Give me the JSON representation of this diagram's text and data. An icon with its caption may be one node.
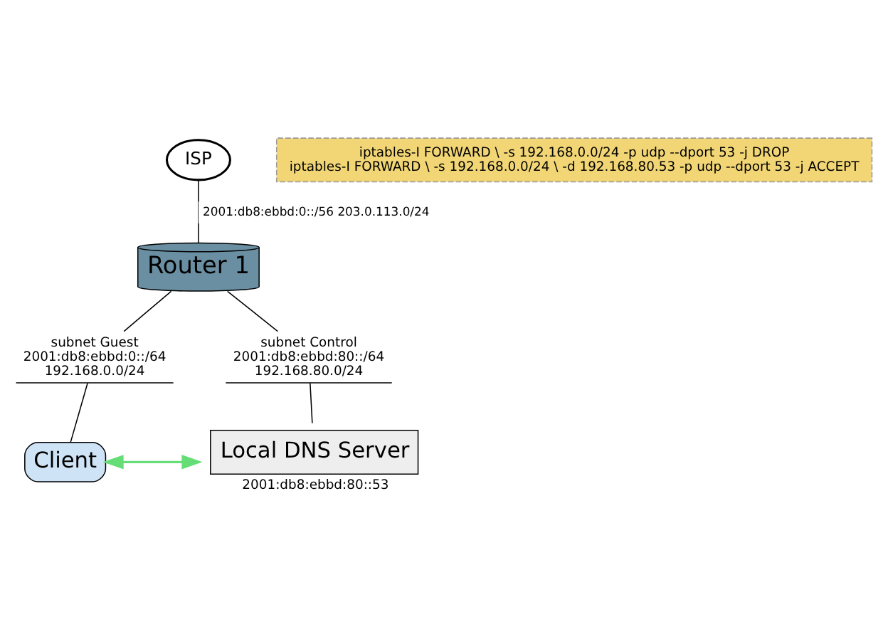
{
  "diagram": {
    "nodes": [
      {
        "text": [
          "ISP"
        ]
      },
      {
        "text": [
          "Router 1"
        ]
      },
      {
        "text": [
          "subnet Guest",
          "2001:db8:ebbd:0::/64",
          "192.168.0.0/24"
        ]
      },
      {
        "text": [
          "subnet Control",
          "2001:db8:ebbd:80::/64",
          "192.168.80.0/24"
        ]
      },
      {
        "text": [
          "Client"
        ]
      },
      {
        "text": [
          "Local DNS Server"
        ],
        "beside": [
          "2001:db8:ebbd:80::53"
        ]
      },
      {
        "text": [
          "iptables-I FORWARD \\ -s 192.168.0.0/24 -p udp --dport 53 -j DROP",
          "iptables-I FORWARD \\ -s 192.168.0.0/24 \\ -d 192.168.80.53 -p udp --dport 53 -j ACCEPT"
        ]
      }
    ],
    "edges": [
      {
        "from": 0,
        "to": 1,
        "arrow": "none",
        "label": "2001:db8:ebbd:0::/56 203.0.113.0/24"
      },
      {
        "from": 1,
        "to": 2,
        "arrow": "none"
      },
      {
        "from": 1,
        "to": 3,
        "arrow": "none"
      },
      {
        "from": 2,
        "to": 4,
        "arrow": "none"
      },
      {
        "from": 3,
        "to": 5,
        "arrow": "none"
      },
      {
        "from": 4,
        "to": 5,
        "arrow": "both",
        "color": "#66dd77"
      }
    ]
  }
}
